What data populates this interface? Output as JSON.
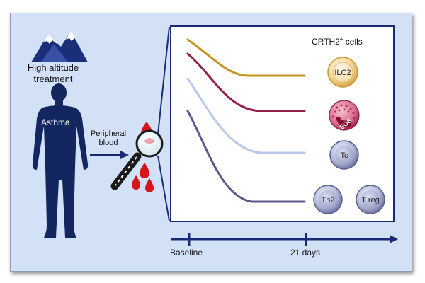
{
  "treatment": {
    "line1": "High altitude",
    "line2": "treatment"
  },
  "subject": {
    "label": "Asthma"
  },
  "sample": {
    "line1": "Peripheral",
    "line2": "blood"
  },
  "panel": {
    "title": "CRTH2",
    "title_sup": "+",
    "title_suffix": " cells"
  },
  "cells": {
    "ilc2": "ILC2",
    "eos": "EOS",
    "tc": "Tc",
    "th2": "Th2",
    "treg": "T reg"
  },
  "timeline": {
    "start": "Baseline",
    "end": "21 days"
  },
  "colors": {
    "background": "#d3e1f6",
    "navy": "#1b2a78",
    "figure": "#142660",
    "ilc2_line": "#c4961e",
    "eos_line": "#951f46",
    "tc_line": "#b9c8ea",
    "th2_treg_line": "#5b5a8e",
    "blood": "#d6141c"
  }
}
